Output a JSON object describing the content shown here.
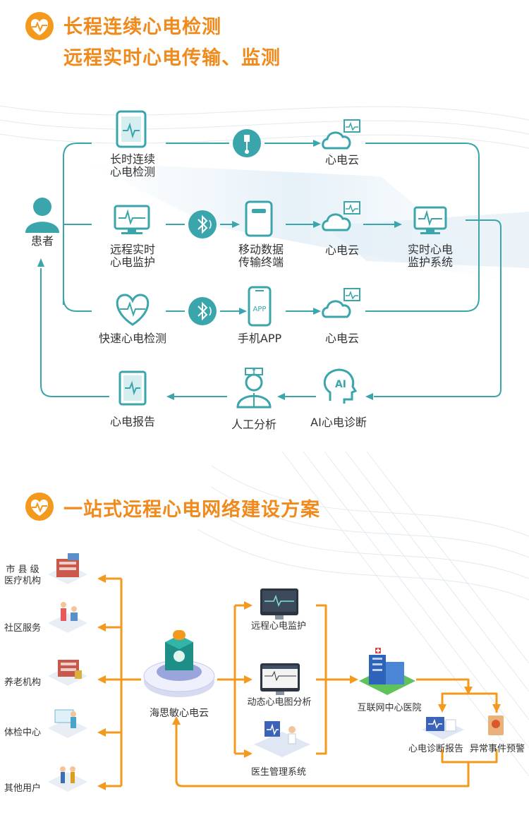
{
  "section1": {
    "title_line1": "长程连续心电检测",
    "title_line2": "远程实时心电传输、监测",
    "patient": "患者",
    "row1": {
      "device": "长时连续\n心电检测",
      "cloud": "心电云"
    },
    "row2": {
      "device": "远程实时\n心电监护",
      "terminal": "移动数据\n传输终端",
      "cloud": "心电云",
      "system": "实时心电\n监护系统"
    },
    "row3": {
      "device": "快速心电检测",
      "app": "手机APP",
      "app_screen": "APP",
      "cloud": "心电云"
    },
    "bottom": {
      "report": "心电报告",
      "manual": "人工分析",
      "ai": "AI心电诊断",
      "ai_badge": "AI"
    }
  },
  "section2": {
    "title": "一站式远程心电网络建设方案",
    "left_items": [
      "市 县 级\n医疗机构",
      "社区服务",
      "养老机构",
      "体检中心",
      "其他用户"
    ],
    "cloud": "海思敏心电云",
    "services": [
      "远程心电监护",
      "动态心电图分析",
      "医生管理系统"
    ],
    "hospital": "互联网中心医院",
    "outputs": [
      "心电诊断报告",
      "异常事件预警"
    ]
  },
  "colors": {
    "teal": "#3aa6ac",
    "orange": "#f39a1e",
    "title": "#f08a1c",
    "text": "#333333"
  }
}
